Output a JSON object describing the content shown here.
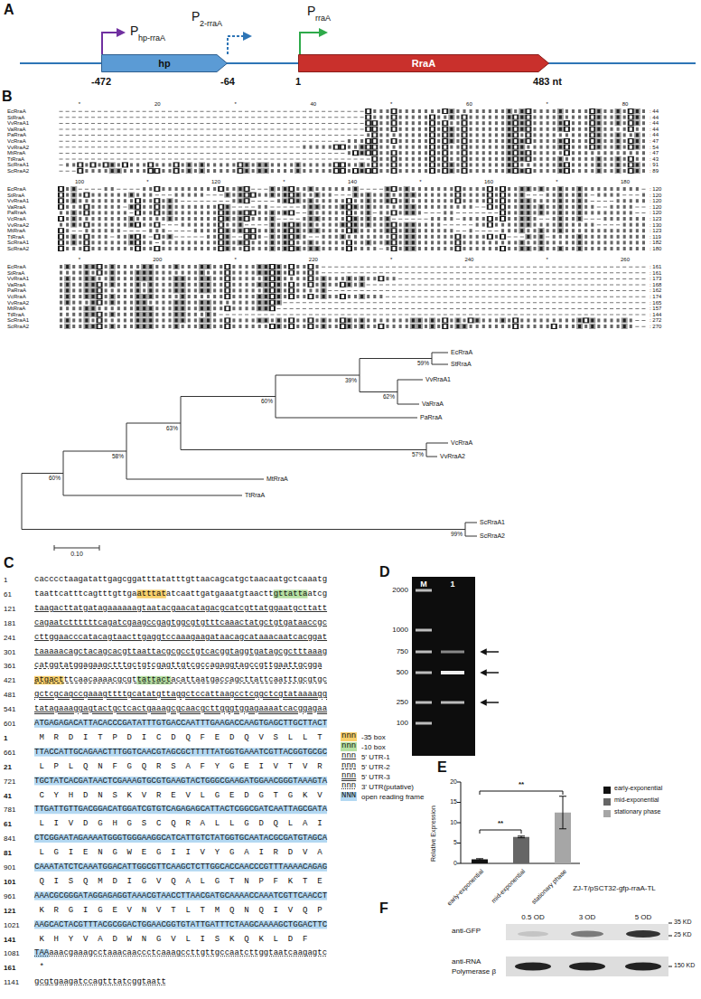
{
  "diagram": {
    "nodes": [
      {
        "text": [
          "hp"
        ]
      },
      {
        "text": [
          "RraA"
        ]
      }
    ],
    "edges": [
      {
        "from": 0,
        "to": 1,
        "arrow": "none"
      }
    ],
    "labels": [
      "A",
      "B",
      "C",
      "D",
      "E",
      "F",
      "P",
      "hp-rraA",
      "P",
      "2-rraA",
      "P",
      "rraA",
      "-472",
      "-64",
      "1",
      "483 nt",
      "*",
      "20",
      "*",
      "40",
      "*",
      "60",
      "*",
      "80",
      "EcRraA",
      "StRraA",
      "VvRraA1",
      "VaRraA",
      "PaRraA",
      "VcRraA",
      "VvRraA2",
      "MtRraA",
      "TtRraA",
      "ScRraA1",
      "ScRraA2",
      ": 44",
      ": 44",
      ": 44",
      ": 44",
      ": 44",
      ": 47",
      ": 54",
      ": 47",
      ": 43",
      ": 91",
      ": 89",
      "100",
      "*",
      "120",
      "*",
      "140",
      "*",
      "160",
      "*",
      "180",
      "EcRraA",
      "StRraA",
      "VvRraA1",
      "VaRraA",
      "PaRraA",
      "VcRraA",
      "VvRraA2",
      "MtRraA",
      "TtRraA",
      "ScRraA1",
      "ScRraA2",
      ": 120",
      ": 120",
      ": 120",
      ": 120",
      ": 120",
      ": 123",
      ": 130",
      ": 123",
      ": 119",
      ": 182",
      ": 180",
      "*",
      "200",
      "*",
      "220",
      "*",
      "240",
      "*",
      "260",
      "EcRraA",
      "StRraA",
      "VvRraA1",
      "VaRraA",
      "PaRraA",
      "VcRraA",
      "VvRraA2",
      "MtRraA",
      "TtRraA",
      "ScRraA1",
      "ScRraA2",
      ": 161",
      ": 161",
      ": 173",
      ": 168",
      ": 162",
      ": 174",
      ": 165",
      ": 157",
      ": 144",
      ": 272",
      ": 270",
      "EcRraA",
      "StRraA",
      "VvRraA1",
      "VaRraA",
      "PaRraA",
      "VcRraA",
      "VvRraA2",
      "MtRraA",
      "TtRraA",
      "ScRraA1",
      "ScRraA2",
      "59%",
      "39%",
      "62%",
      "60%",
      "63%",
      "57%",
      "58%",
      "60%",
      "99%",
      "0.10",
      "1",
      "cacccctaagatattgagcggatttatatttgttaacagcatgctaacaatgctcaaatg",
      "61",
      "taattcatttcagtttgttgaatttatatcaattgatgaaatgtaacttgttattaatcg",
      "121",
      "taagacttatgatagaaaaaagtaatacgaacatagacgcatcgttatggaatgcttatt",
      "181",
      "cagaatcttttttcagatcgaagccgagtggcgtgtttcaaactatgctgtgataaccgc",
      "241",
      "cttggaacccatacagtaacttgaggtccaaagaagataacagcataaacaatcacggat",
      "301",
      "taaaaacagctacagcacgttaattacgcgcctgtcacggtaggtgatagcgctttaaag",
      "361",
      "catggtatggagaagctttgctgtcgagttgtcgccagaggtagccgttgaattgcgga",
      "421",
      "atgactttcaacaaaacgcgttattactacattaatgaccagcttattcaatttgcgtgc",
      "481",
      "gctcgcagccgaaagttttgcatatgttaggctccattaagcctcggctcgtataaaagg",
      "541",
      "tatagaaaggagtactgctcactgaaagcgcaacgcttgggtggagaaaatcacggagaa",
      "601",
      "ATGAGAGACATTACACCCGATATTTGTGACCAATTTGAAGACCAAGTGAGCTTGCTTACT",
      "1",
      "M R D I T P D I C D Q F E D Q V S L L T",
      "661",
      "TTACCATTGCAGAACTTTGGTCAACGTAGCGCTTTTTATGGTGAAATCGTTACGGTGCGC",
      "21",
      "L P L Q N F G Q R S A F Y G E I V T V R",
      "721",
      "TGCTATCACGATAACTCGAAAGTGCGTGAAGTACTGGGCGAAGATGGAACGGGTAAAGTA",
      "41",
      "C Y H D N S K V R E V L G E D G T G K V",
      "781",
      "TTGATTGTTGACGGACATGGATCGTGTCAGAGAGCATTACTCGGCGATCAATTAGCGATA",
      "61",
      "L I V D G H G S C Q R A L L G D Q L A I",
      "841",
      "CTCGGAATAGAAAATGGGTGGGAAGGCATCATTGTCTATGGTGCAATACGCGATGTAGCA",
      "81",
      "L G I E N G W E G I I V Y G A I R D V A",
      "901",
      "CAAATATCTCAAATGGACATTGGCGTTCAAGCTCTTGGCACCAACCCGTTTAAAACAGAG",
      "101",
      "Q I S Q M D I G V Q A L G T N P F K T E",
      "961",
      "AAACGCGGGATAGGAGAGGTAAACGTAACCTTAACGATGCAAAACCAAATCGTTCAACCT",
      "121",
      "K R G I G E V N V T L T M Q N Q I V Q P",
      "1021",
      "AAGCACTACGTTTACGCGGACTGGAACGGTGTATTGATTTCTAAGCAAAAGCTGGACTTC",
      "141",
      "K H Y V A D W N G V L I S K Q K L D F",
      "1081",
      "TAAaaacgaaagcctaaacaaccctcaaagccttgttgccaatcttggtaatcaagagtc",
      "161",
      "*",
      "1141",
      "gcgtgaagatccagtttatcggtaatt",
      "nnn",
      "nnn",
      "nnn",
      "nnn",
      "nnn",
      "nnn",
      "NNN",
      "M",
      "1",
      "2000",
      "1000",
      "750",
      "500",
      "250",
      "100",
      "Relative Expression",
      "20",
      "15",
      "10",
      "5",
      "0",
      "**",
      "**",
      "early-exponential",
      "mid-exponential",
      "stationary phase",
      "ZJ-T/pSCT32-gfp-rraA-TL",
      "0.5 OD",
      "3 OD",
      "5 OD",
      "anti-GFP",
      "anti-RNA",
      "Polymerase β",
      "35 KD",
      "25 KD",
      "150 KD"
    ],
    "legend": [
      {
        "text": "-35 box",
        "color": "#f8cf6a"
      },
      {
        "text": "-10 box",
        "color": "#b6e0a2"
      },
      {
        "text": "5' UTR-1"
      },
      {
        "text": "5' UTR-2"
      },
      {
        "text": "5' UTR-3"
      },
      {
        "text": "3' UTR(putative)"
      },
      {
        "text": "open reading frame",
        "color": "#b3d8f2"
      },
      {
        "text": "early-exponential",
        "color": "#111111"
      },
      {
        "text": "mid-exponential",
        "color": "#666666"
      },
      {
        "text": "stationary phase",
        "color": "#a6a6a6"
      }
    ]
  }
}
